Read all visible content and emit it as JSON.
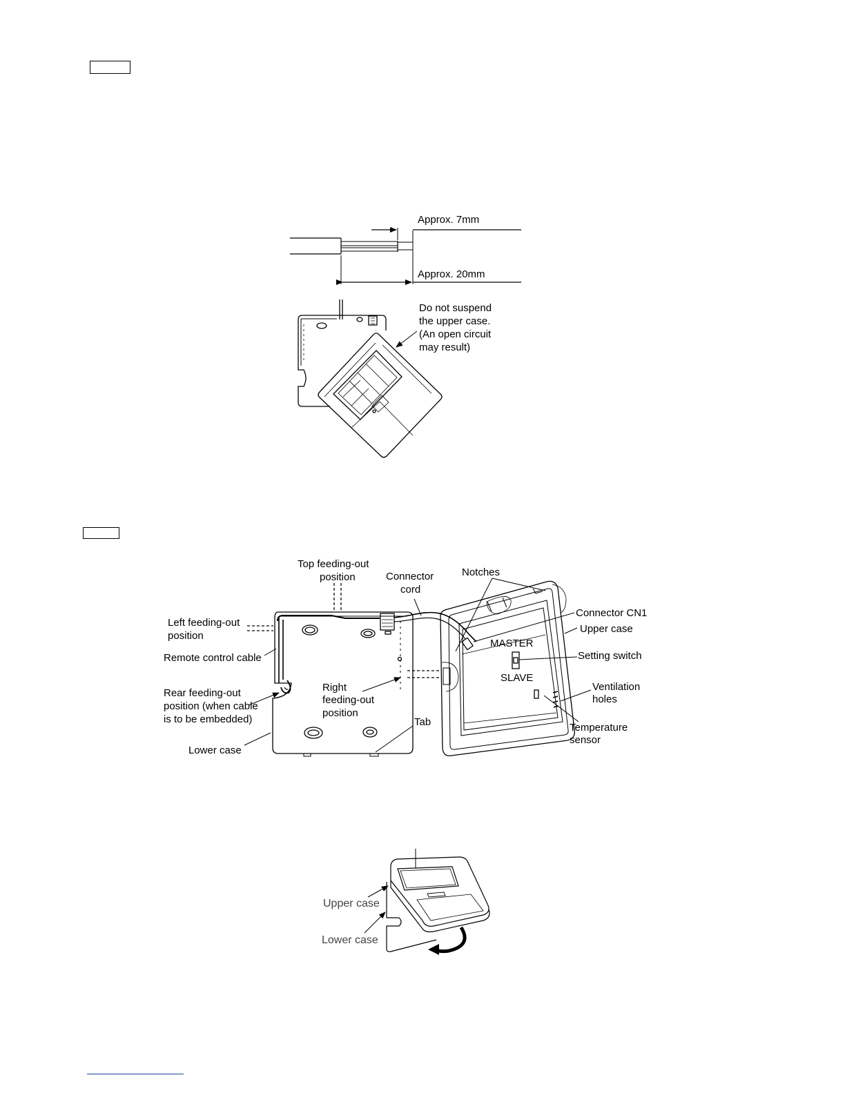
{
  "figure1": {
    "approx_7mm": "Approx. 7mm",
    "approx_20mm": "Approx. 20mm"
  },
  "figure2": {
    "warning_lines": [
      "Do not suspend",
      "the upper case.",
      "(An open circuit",
      "may result)"
    ]
  },
  "figure3": {
    "top_feeding_out": [
      "Top feeding-out",
      "position"
    ],
    "connector_cord": [
      "Connector",
      "cord"
    ],
    "notches": "Notches",
    "connector_cn1": "Connector CN1",
    "upper_case": "Upper case",
    "left_feeding_out": [
      "Left feeding-out",
      "position"
    ],
    "remote_control_cable": "Remote control cable",
    "master": "MASTER",
    "setting_switch": "Setting switch",
    "slave": "SLAVE",
    "ventilation_holes": [
      "Ventilation",
      "holes"
    ],
    "rear_feeding_out": [
      "Rear feeding-out",
      "position (when cable",
      "is to be embedded)"
    ],
    "right_feeding_out": [
      "Right",
      "feeding-out",
      "position"
    ],
    "tab": "Tab",
    "temperature_sensor": [
      "Temperature",
      "sensor"
    ],
    "lower_case": "Lower case"
  },
  "figure4": {
    "upper_case": "Upper case",
    "lower_case": "Lower case"
  },
  "colors": {
    "line": "#000000",
    "gray_label": "#444444",
    "footer_rule": "#1c3fa0"
  }
}
